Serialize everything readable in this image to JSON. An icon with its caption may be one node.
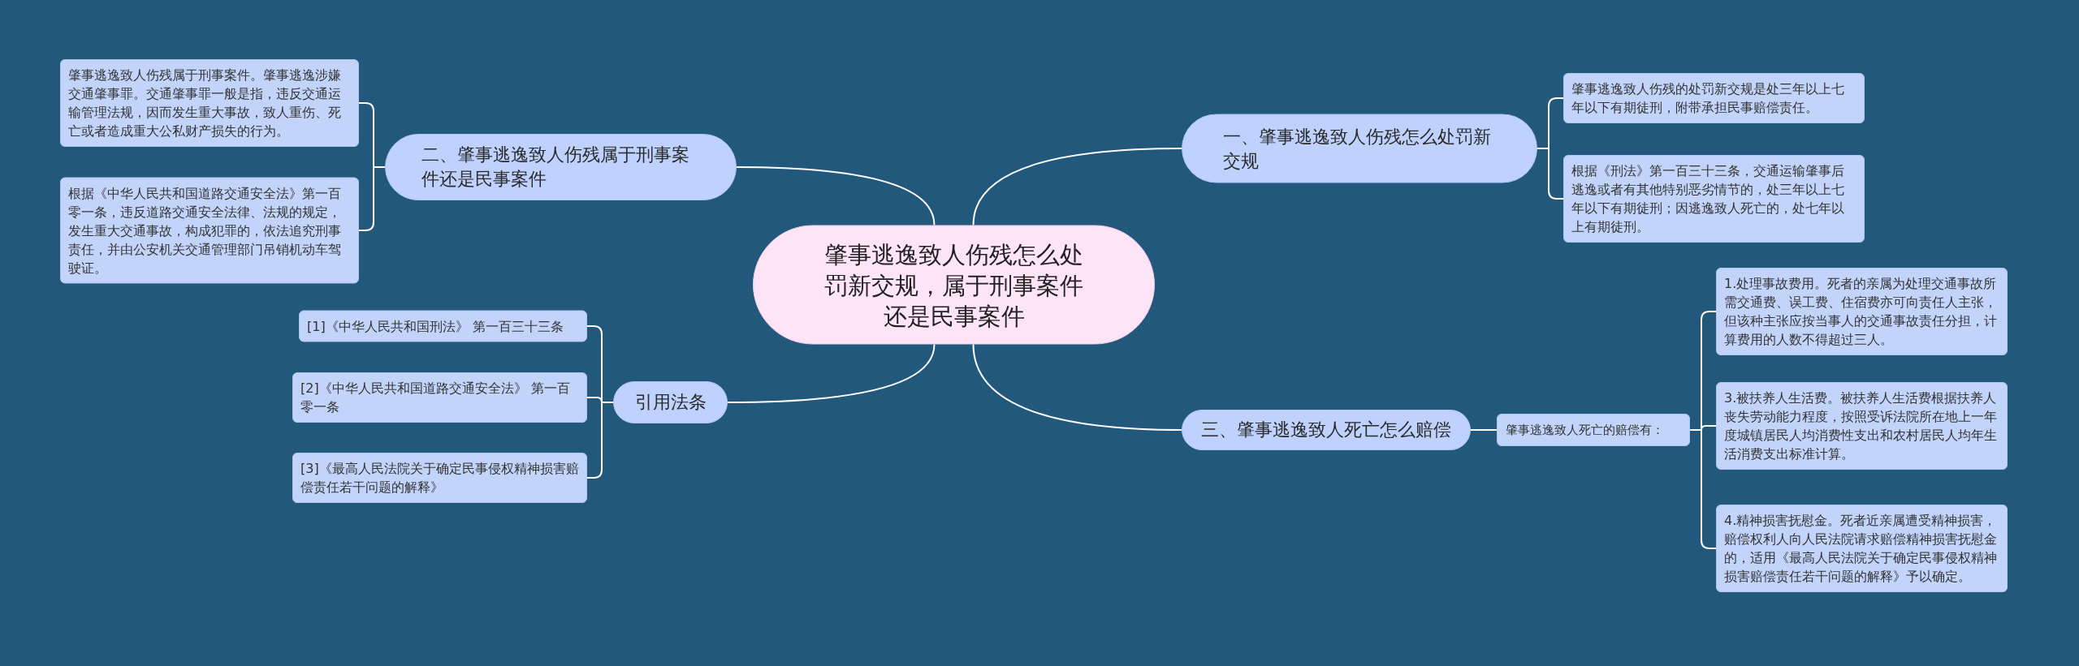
{
  "diagram": {
    "nodes": [
      {
        "text": [
          "肇事逃逸致人伤残怎么处罚新交规，属于刑事案件还是民事案件"
        ]
      },
      {
        "text": [
          "一、肇事逃逸致人伤残怎么处罚新交规"
        ]
      },
      {
        "text": [
          "肇事逃逸致人伤残的处罚新交规是处三年以上七年以下有期徒刑，附带承担民事赔偿责任。"
        ]
      },
      {
        "text": [
          "根据《刑法》第一百三十三条，交通运输肇事后逃逸或者有其他特别恶劣情节的，处三年以上七年以下有期徒刑；因逃逸致人死亡的，处七年以上有期徒刑。"
        ]
      },
      {
        "text": [
          "二、肇事逃逸致人伤残属于刑事案件还是民事案件"
        ]
      },
      {
        "text": [
          "肇事逃逸致人伤残属于刑事案件。肇事逃逸涉嫌交通肇事罪。交通肇事罪一般是指，违反交通运输管理法规，因而发生重大事故，致人重伤、死亡或者造成重大公私财产损失的行为。"
        ]
      },
      {
        "text": [
          "根据《中华人民共和国道路交通安全法》第一百零一条，违反道路交通安全法律、法规的规定，发生重大交通事故，构成犯罪的，依法追究刑事责任，并由公安机关交通管理部门吊销机动车驾驶证。"
        ]
      },
      {
        "text": [
          "三、肇事逃逸致人死亡怎么赔偿"
        ]
      },
      {
        "text": [
          "肇事逃逸致人死亡的赔偿有："
        ]
      },
      {
        "text": [
          "1.处理事故费用。死者的亲属为处理交通事故所需交通费、误工费、住宿费亦可向责任人主张，但该种主张应按当事人的交通事故责任分担，计算费用的人数不得超过三人。"
        ]
      },
      {
        "text": [
          "3.被扶养人生活费。被扶养人生活费根据扶养人丧失劳动能力程度，按照受诉法院所在地上一年度城镇居民人均消费性支出和农村居民人均年生活消费支出标准计算。"
        ]
      },
      {
        "text": [
          "4.精神损害抚慰金。死者近亲属遭受精神损害，赔偿权利人向人民法院请求赔偿精神损害抚慰金的，适用《最高人民法院关于确定民事侵权精神损害赔偿责任若干问题的解释》予以确定。"
        ]
      },
      {
        "text": [
          "引用法条"
        ]
      },
      {
        "text": [
          "[1]《中华人民共和国刑法》 第一百三十三条"
        ]
      },
      {
        "text": [
          "[2]《中华人民共和国道路交通安全法》 第一百零一条"
        ]
      },
      {
        "text": [
          "[3]《最高人民法院关于确定民事侵权精神损害赔偿责任若干问题的解释》"
        ]
      }
    ],
    "edges": [
      {
        "from": 0,
        "to": 1,
        "arrow": "none"
      },
      {
        "from": 1,
        "to": 2,
        "arrow": "none"
      },
      {
        "from": 1,
        "to": 3,
        "arrow": "none"
      },
      {
        "from": 0,
        "to": 4,
        "arrow": "none"
      },
      {
        "from": 4,
        "to": 5,
        "arrow": "none"
      },
      {
        "from": 4,
        "to": 6,
        "arrow": "none"
      },
      {
        "from": 0,
        "to": 7,
        "arrow": "none"
      },
      {
        "from": 7,
        "to": 8,
        "arrow": "none"
      },
      {
        "from": 8,
        "to": 9,
        "arrow": "none"
      },
      {
        "from": 8,
        "to": 10,
        "arrow": "none"
      },
      {
        "from": 8,
        "to": 11,
        "arrow": "none"
      },
      {
        "from": 0,
        "to": 12,
        "arrow": "none"
      },
      {
        "from": 12,
        "to": 13,
        "arrow": "none"
      },
      {
        "from": 12,
        "to": 14,
        "arrow": "none"
      },
      {
        "from": 12,
        "to": 15,
        "arrow": "none"
      }
    ]
  }
}
